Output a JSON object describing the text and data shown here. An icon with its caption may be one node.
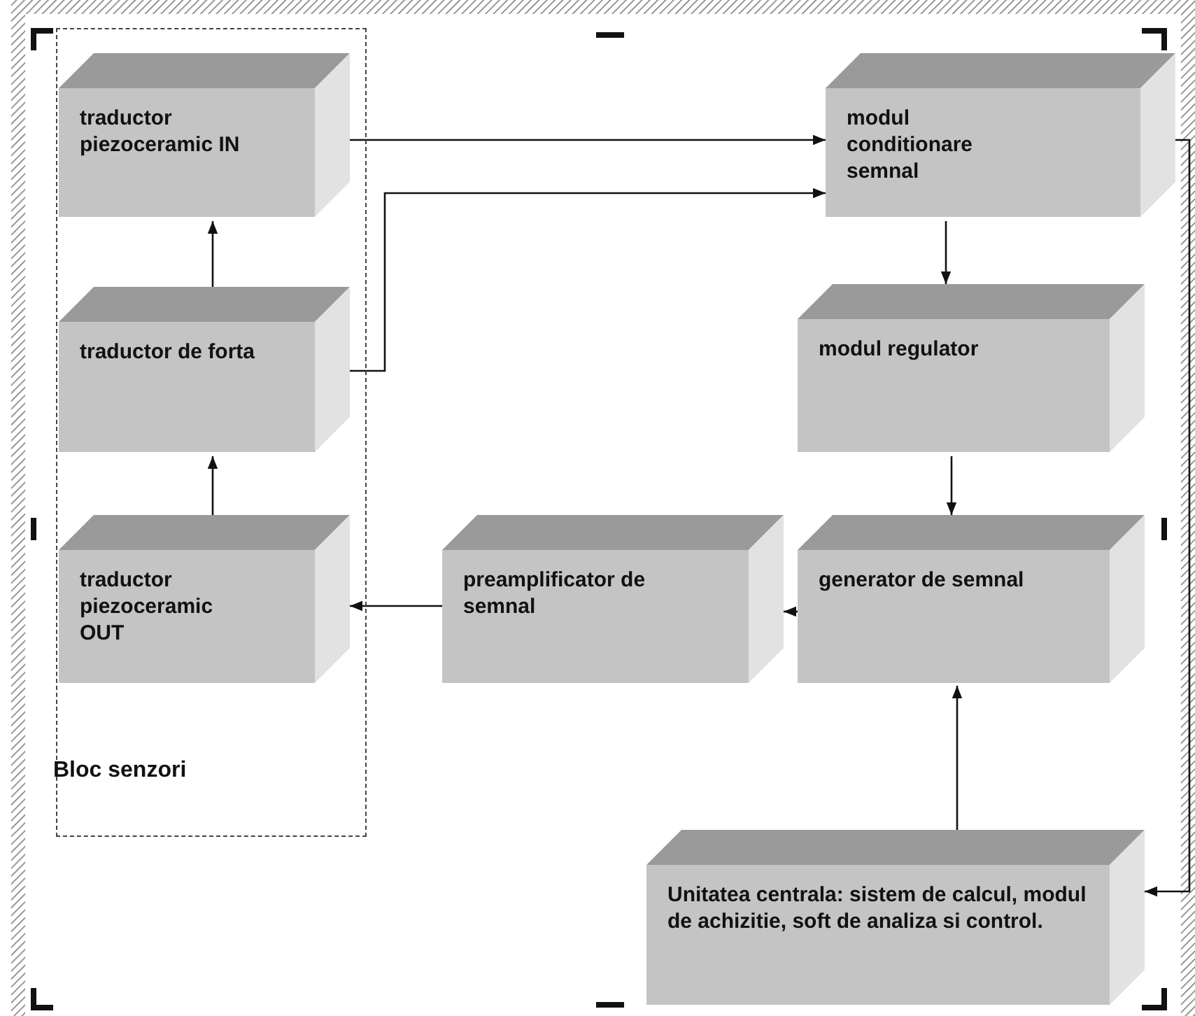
{
  "diagram": {
    "nodes": [
      {
        "text": [
          "Bloc senzori"
        ]
      },
      {
        "text": [
          "traductor piezoceramic IN"
        ],
        "in": 0
      },
      {
        "text": [
          "traductor de forta"
        ],
        "in": 0
      },
      {
        "text": [
          "traductor piezoceramic OUT"
        ],
        "in": 0
      },
      {
        "text": [
          "modul conditionare semnal"
        ]
      },
      {
        "text": [
          "modul regulator"
        ]
      },
      {
        "text": [
          "preamplificator de semnal"
        ]
      },
      {
        "text": [
          "generator de semnal"
        ]
      },
      {
        "text": [
          "Unitatea centrala: sistem de calcul, modul de achizitie, soft de analiza si control."
        ]
      }
    ],
    "edges": [
      {
        "from": 1,
        "to": 4,
        "arrow": "to"
      },
      {
        "from": 2,
        "to": 4,
        "arrow": "to"
      },
      {
        "from": 2,
        "to": 1,
        "arrow": "to"
      },
      {
        "from": 3,
        "to": 2,
        "arrow": "to"
      },
      {
        "from": 4,
        "to": 5,
        "arrow": "to"
      },
      {
        "from": 5,
        "to": 7,
        "arrow": "to"
      },
      {
        "from": 7,
        "to": 6,
        "arrow": "to"
      },
      {
        "from": 6,
        "to": 3,
        "arrow": "to"
      },
      {
        "from": 8,
        "to": 7,
        "arrow": "to"
      },
      {
        "from": 4,
        "to": 8,
        "arrow": "to"
      }
    ]
  }
}
